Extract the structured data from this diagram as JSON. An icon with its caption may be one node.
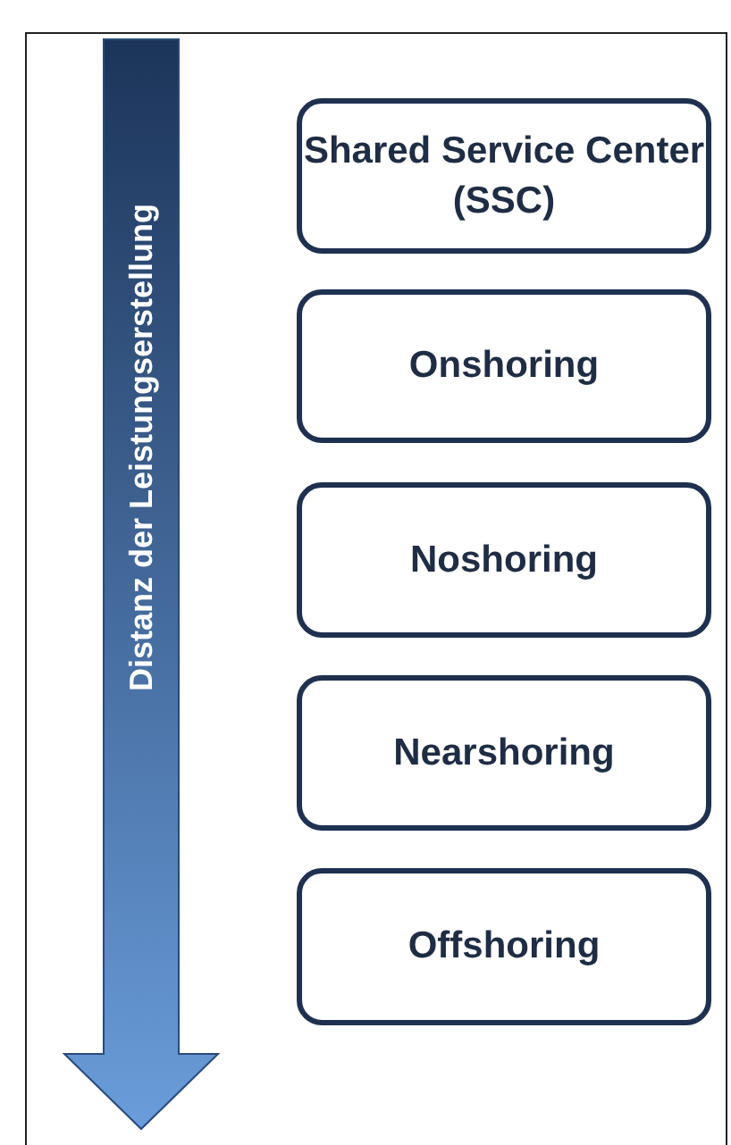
{
  "diagram": {
    "nodes": [
      {
        "text": [
          "Shared Service Center (SSC)"
        ]
      },
      {
        "text": [
          "Onshoring"
        ]
      },
      {
        "text": [
          "Noshoring"
        ]
      },
      {
        "text": [
          "Nearshoring"
        ]
      },
      {
        "text": [
          "Offshoring"
        ]
      }
    ],
    "labels": [
      "Distanz der Leistungserstellung"
    ]
  }
}
